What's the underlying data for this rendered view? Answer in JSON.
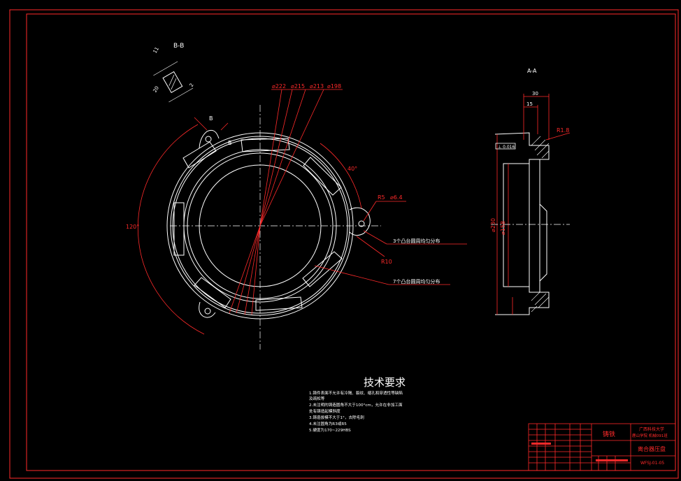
{
  "colors": {
    "background": "#000000",
    "line": "#ffffff",
    "annotation": "#ff2a2a",
    "frame": "#ff2a2a"
  },
  "section_bb": {
    "title": "B-B",
    "dim_top": "11",
    "dim_bottom": "20",
    "dim_side": "2"
  },
  "section_aa": {
    "title": "A-A",
    "dim_width": "30",
    "dim_inner": "15",
    "radius": "R1.8",
    "dia_outer": "⌀230",
    "dia_inner": "⌀158",
    "gdt": "⊥ 0.016"
  },
  "main_view": {
    "dia_labels": [
      "⌀222",
      "⌀215",
      "⌀213",
      "⌀198"
    ],
    "angle_top": "40°",
    "angle_left": "120°",
    "label_r5": "R5",
    "label_hole": "⌀6.4",
    "label_r10": "R10",
    "label_b": "B",
    "label_b2": "B",
    "note_boss": "3个凸台圆周均匀分布",
    "note_slot": "7个凸台圆周均匀分布"
  },
  "tech": {
    "title": "技术要求",
    "items": [
      "1.铸件表面不允许有冷隔、裂纹、缩孔和穿透性等缺陷",
      "  及疏松等",
      "2.未注明的铸造圆角不大于100°cm，允许在非加工面",
      "  处有铸造起模斜度",
      "3.铸造拔模不大于1°，去除毛刺",
      "4.未注圆角为R3或R5",
      "5.硬度为170~229HBS"
    ]
  },
  "title_block": {
    "material": "铸铁",
    "school_1": "广西科技大学",
    "school_2": "鹿山学院 机械091班",
    "part_name": "离合器压盘",
    "drawing_no": "WFSJ-01-05"
  }
}
